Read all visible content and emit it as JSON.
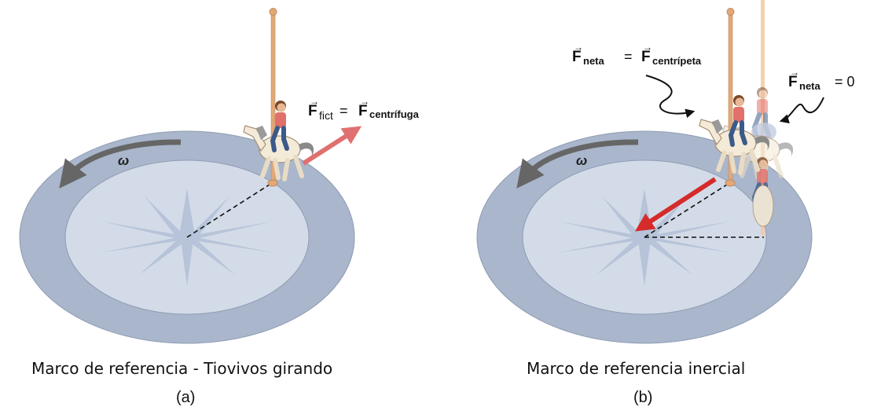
{
  "panel_a": {
    "omega": "ω",
    "force_left": "F",
    "force_left_sub": "fict",
    "equals": "=",
    "force_right": "F",
    "force_right_sub": "centrífuga",
    "caption": "Marco de referencia - Tiovivos girando",
    "label": "(a)"
  },
  "panel_b": {
    "omega": "ω",
    "force1_left": "F",
    "force1_left_sub": "neta",
    "equals": "=",
    "force1_right": "F",
    "force1_right_sub": "centrípeta",
    "force2": "F",
    "force2_sub": "neta",
    "force2_equals": "= 0",
    "caption": "Marco de referencia inercial",
    "label": "(b)"
  },
  "colors": {
    "disk_outer": "#a9b6cc",
    "disk_inner": "#d3dbe8",
    "star": "#b6c3d8",
    "force_arrow_light": "#e07070",
    "force_arrow_dark": "#d52b2b",
    "rotation_arrow": "#666666",
    "pole": "#e2a878"
  }
}
